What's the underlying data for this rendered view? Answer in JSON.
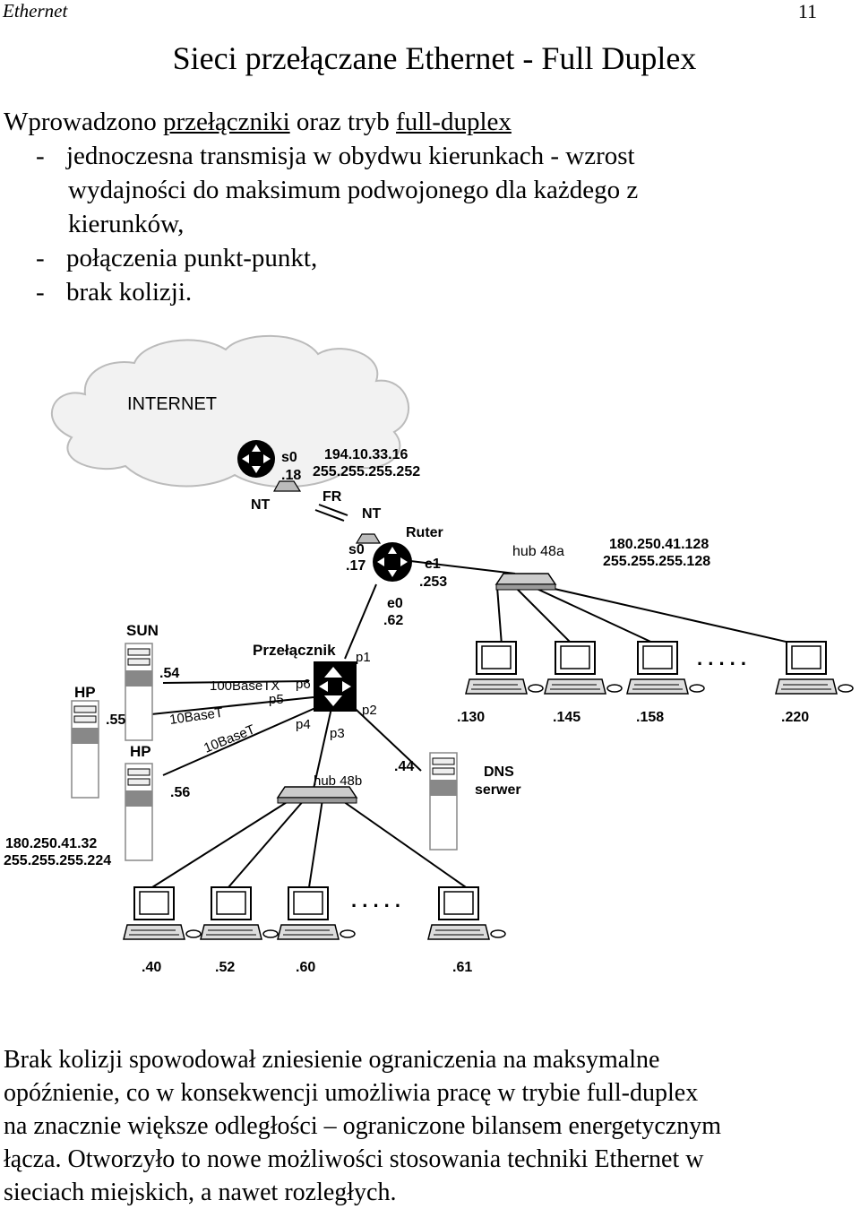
{
  "header": {
    "section": "Ethernet",
    "page_number": "11"
  },
  "title": "Sieci przełączane Ethernet - Full Duplex",
  "intro": {
    "line1_prefix": "Wprowadzono ",
    "line1_link1": "przełączniki",
    "line1_middle": " oraz tryb ",
    "line1_link2": "full-duplex",
    "bullet1_a": "jednoczesna transmisja w obydwu kierunkach - wzrost",
    "bullet1_b": "wydajności do maksimum podwojonego dla każdego z",
    "bullet1_c": "kierunków,",
    "bullet2": "połączenia punkt-punkt,",
    "bullet3": "brak kolizji.",
    "dash": "-"
  },
  "diagram": {
    "internet": "INTERNET",
    "nt_top": "NT",
    "s0_top": "s0",
    "addr_18": ".18",
    "wan_net": "194.10.33.16",
    "wan_mask": "255.255.255.252",
    "fr": "FR",
    "nt_right": "NT",
    "router": "Ruter",
    "s0_router": "s0",
    "addr_17": ".17",
    "e1": "e1",
    "addr_253": ".253",
    "e0": "e0",
    "addr_62": ".62",
    "hub48a": "hub 48a",
    "net_a": "180.250.41.128",
    "mask_a": "255.255.255.128",
    "sun": "SUN",
    "hp_left": "HP",
    "hp_lower": "HP",
    "addr_54": ".54",
    "addr_55": ".55",
    "addr_56": ".56",
    "switch": "Przełącznik",
    "p1": "p1",
    "p2": "p2",
    "p3": "p3",
    "p4": "p4",
    "p5": "p5",
    "p6": "p6",
    "link_100": "100BaseTX",
    "link_10a": "10BaseT",
    "link_10b": "10BaseT",
    "hub48b": "hub 48b",
    "addr_44": ".44",
    "dns1": "DNS",
    "dns2": "serwer",
    "addr_130": ".130",
    "addr_145": ".145",
    "addr_158": ".158",
    "addr_220": ".220",
    "dots": ". . . . .",
    "net_b": "180.250.41.32",
    "mask_b": "255.255.255.224",
    "addr_40": ".40",
    "addr_52": ".52",
    "addr_60": ".60",
    "addr_61": ".61"
  },
  "bottom": {
    "line1": "Brak kolizji spowodował zniesienie ograniczenia na maksymalne",
    "line2": "opóźnienie, co w konsekwencji umożliwia pracę w trybie full-duplex",
    "line3": "na znacznie większe odległości – ograniczone bilansem energetycznym",
    "line4": "łącza. Otworzyło to nowe możliwości stosowania techniki Ethernet w",
    "line5": "sieciach miejskich, a nawet rozległych."
  }
}
